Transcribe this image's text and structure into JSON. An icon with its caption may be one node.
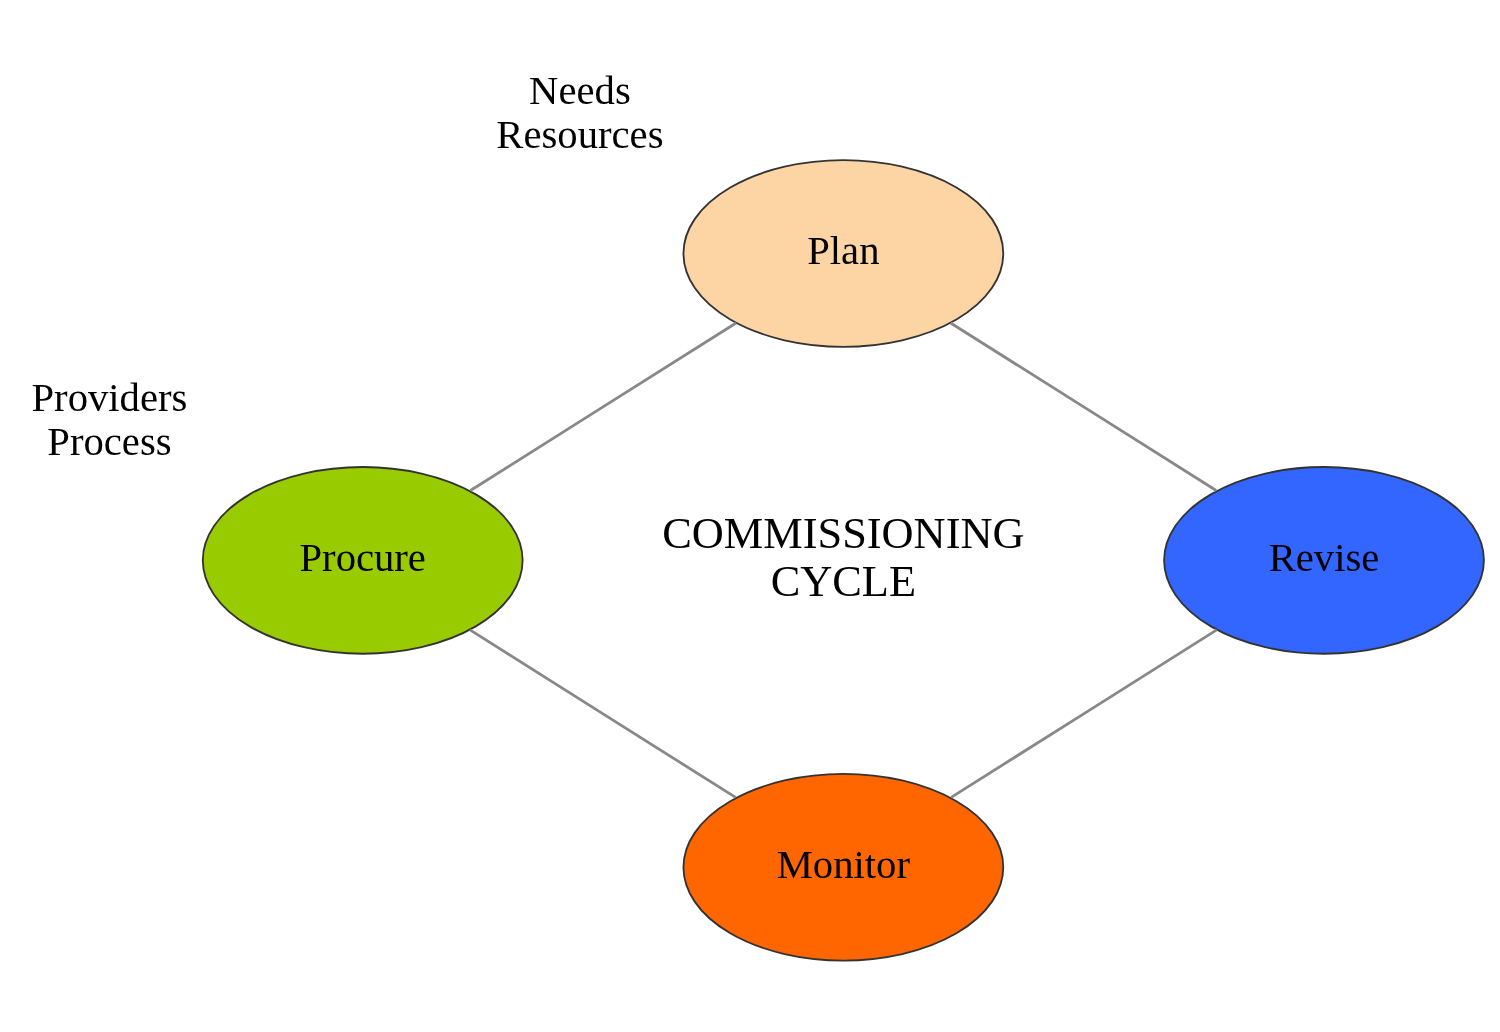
{
  "diagram": {
    "nodes": [
      {
        "text": [
          "Plan"
        ],
        "beside": [
          "Needs",
          "Resources"
        ]
      },
      {
        "text": [
          "Procure"
        ],
        "beside": [
          "Providers",
          "Process"
        ]
      },
      {
        "text": [
          "Monitor"
        ]
      },
      {
        "text": [
          "Revise"
        ]
      }
    ],
    "edges": [
      {
        "from": 0,
        "to": 1,
        "arrow": "none"
      },
      {
        "from": 1,
        "to": 2,
        "arrow": "none"
      },
      {
        "from": 2,
        "to": 3,
        "arrow": "none"
      },
      {
        "from": 3,
        "to": 0,
        "arrow": "none"
      }
    ],
    "labels": [
      "COMMISSIONING CYCLE"
    ]
  }
}
